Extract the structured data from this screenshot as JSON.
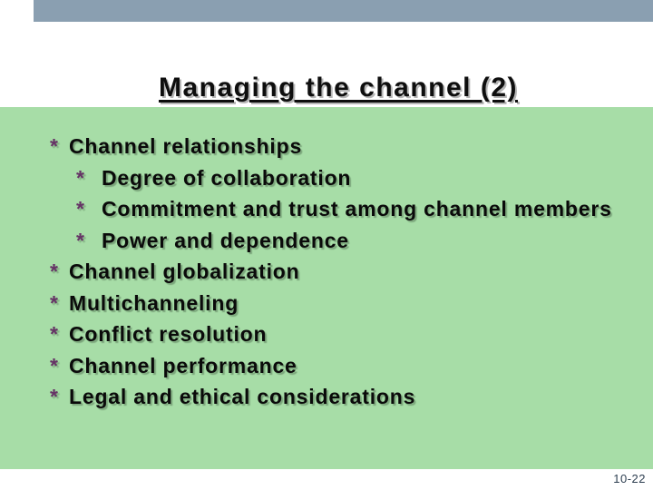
{
  "slide": {
    "title": "Managing the channel (2)",
    "page_number": "10-22",
    "bullet_char": "*",
    "colors": {
      "top_bar": "#8a9fb1",
      "content_bg": "#a7dda7",
      "bullet": "#663366",
      "page_number": "#2d3e50"
    },
    "bullets": [
      {
        "level": 1,
        "text": "Channel relationships"
      },
      {
        "level": 2,
        "text": "Degree of collaboration"
      },
      {
        "level": 2,
        "text": "Commitment and trust among channel members"
      },
      {
        "level": 2,
        "text": "Power and dependence"
      },
      {
        "level": 1,
        "text": "Channel globalization"
      },
      {
        "level": 1,
        "text": "Multichanneling"
      },
      {
        "level": 1,
        "text": "Conflict resolution"
      },
      {
        "level": 1,
        "text": "Channel performance"
      },
      {
        "level": 1,
        "text": "Legal and ethical considerations"
      }
    ]
  }
}
